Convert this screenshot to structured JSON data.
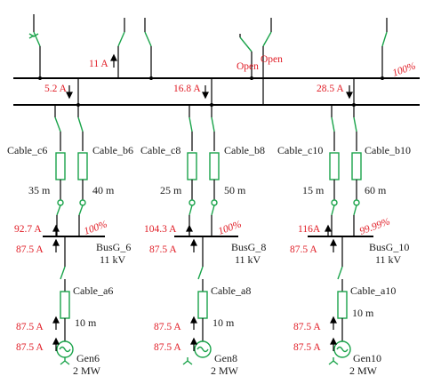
{
  "top_flows": {
    "f1": "11 A",
    "f2": "5.2 A",
    "f3": "16.8 A",
    "f4": "28.5 A",
    "pct": "100%",
    "open1": "Open",
    "open2": "Open"
  },
  "groups": [
    {
      "cable_c": "Cable_c6",
      "cable_b": "Cable_b6",
      "len_c": "35 m",
      "len_b": "40 m",
      "flow_c": "92.7 A",
      "pct_b": "100%",
      "bus_flow": "87.5 A",
      "bus_name": "BusG_6",
      "bus_kv": "11 kV",
      "cable_a": "Cable_a6",
      "len_a": "10 m",
      "flow_a1": "87.5 A",
      "flow_a2": "87.5 A",
      "gen_name": "Gen6",
      "gen_mw": "2 MW"
    },
    {
      "cable_c": "Cable_c8",
      "cable_b": "Cable_b8",
      "len_c": "25 m",
      "len_b": "50 m",
      "flow_c": "104.3 A",
      "pct_b": "100%",
      "bus_flow": "87.5 A",
      "bus_name": "BusG_8",
      "bus_kv": "11 kV",
      "cable_a": "Cable_a8",
      "len_a": "10 m",
      "flow_a1": "87.5 A",
      "flow_a2": "87.5 A",
      "gen_name": "Gen8",
      "gen_mw": "2 MW"
    },
    {
      "cable_c": "Cable_c10",
      "cable_b": "Cable_b10",
      "len_c": "15 m",
      "len_b": "60 m",
      "flow_c": "116A",
      "pct_b": "99.99%",
      "bus_flow": "87.5 A",
      "bus_name": "BusG_10",
      "bus_kv": "11 kV",
      "cable_a": "Cable_a10",
      "len_a": "10 m",
      "flow_a1": "87.5 A",
      "flow_a2": "87.5 A",
      "gen_name": "Gen10",
      "gen_mw": "2 MW"
    }
  ]
}
